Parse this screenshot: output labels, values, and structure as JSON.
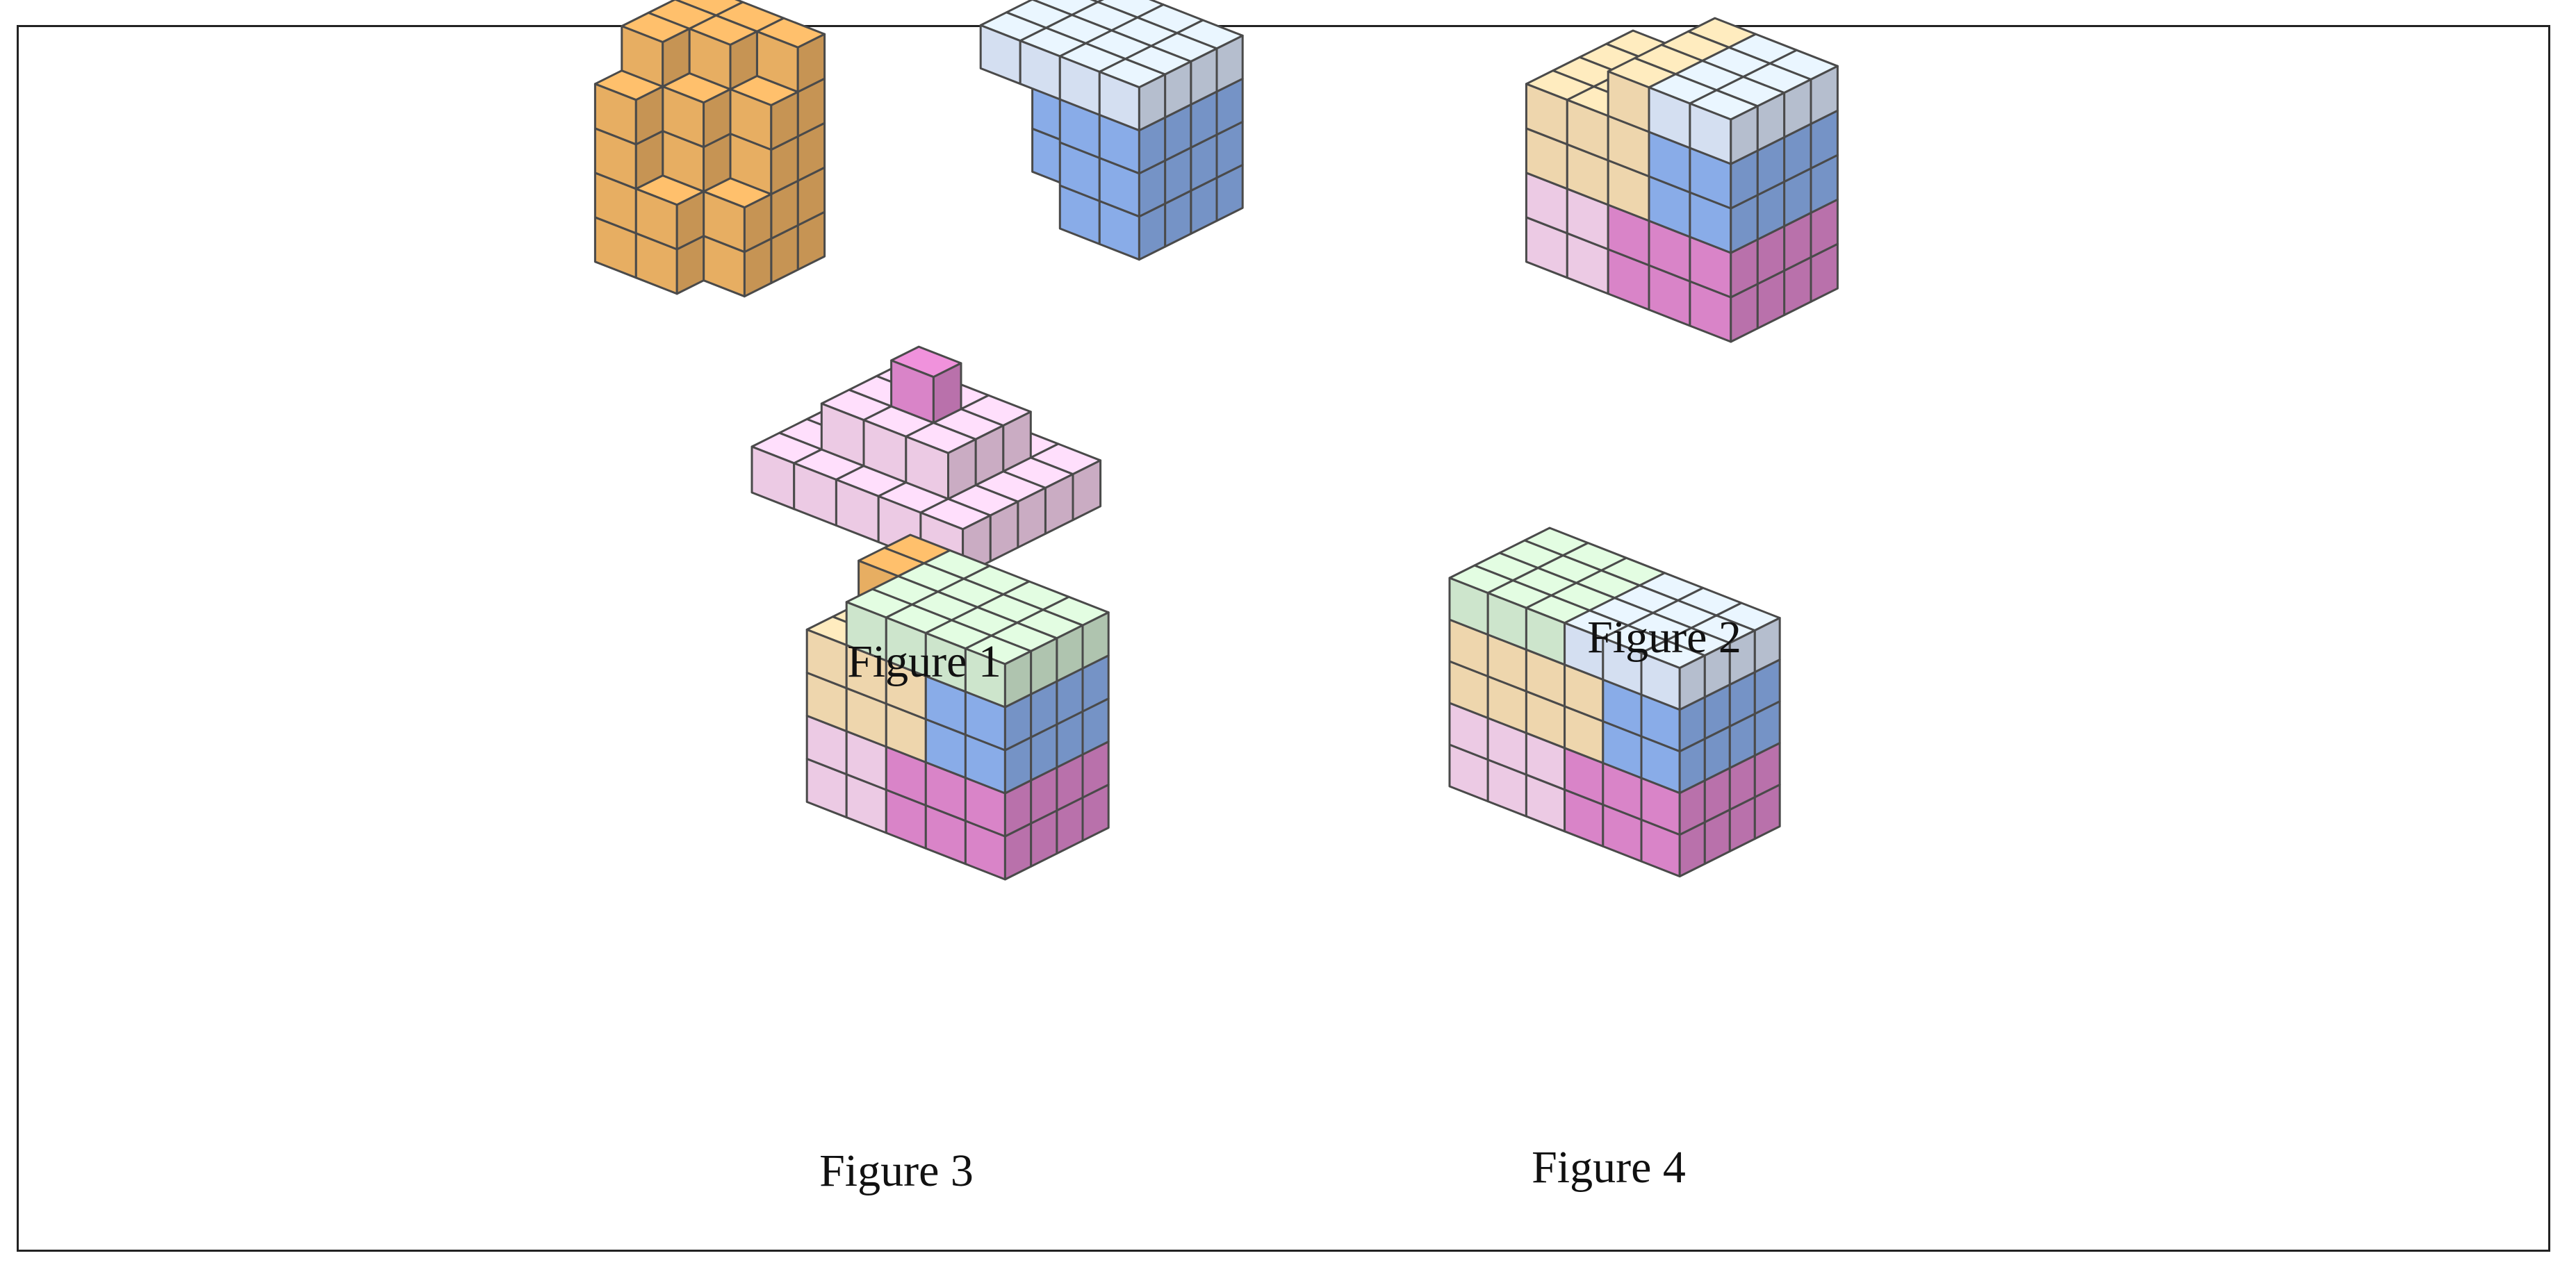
{
  "captions": {
    "figure1": "Figure 1",
    "figure2": "Figure 2",
    "figure3": "Figure 3",
    "figure4": "Figure 4"
  },
  "colors": {
    "orange": "#f1b566",
    "orange_light": "#f8dfb4",
    "blue": "#8fb3f2",
    "blue_light": "#dde8fb",
    "pink": "#e28ad0",
    "pink_light": "#f6d2ee",
    "green": "#9ed7a0",
    "green_light": "#d6efd5",
    "white": "#ffffff",
    "edge": "#4a4a4a",
    "frame": "#222222"
  }
}
